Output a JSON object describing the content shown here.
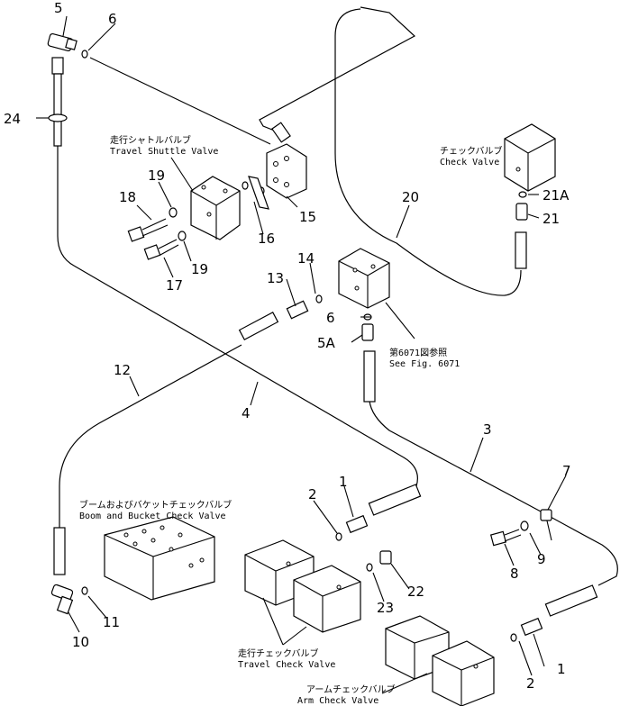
{
  "callouts": {
    "p1a": "1",
    "p1b": "1",
    "p2a": "2",
    "p2b": "2",
    "p3": "3",
    "p4": "4",
    "p5": "5",
    "p5a": "5A",
    "p6a": "6",
    "p6b": "6",
    "p7": "7",
    "p8": "8",
    "p9": "9",
    "p10": "10",
    "p11": "11",
    "p12": "12",
    "p13": "13",
    "p14": "14",
    "p15": "15",
    "p16": "16",
    "p17": "17",
    "p18": "18",
    "p19a": "19",
    "p19b": "19",
    "p20": "20",
    "p21": "21",
    "p21a": "21A",
    "p22": "22",
    "p23": "23",
    "p24": "24"
  },
  "captions": {
    "travel_shuttle_jp": "走行シャトルバルブ",
    "travel_shuttle_en": "Travel Shuttle Valve",
    "check_valve_jp": "チェックバルブ",
    "check_valve_en": "Check Valve",
    "see_fig_jp": "第6071図参照",
    "see_fig_en": "See Fig. 6071",
    "boom_bucket_jp": "ブームおよびバケットチェックバルブ",
    "boom_bucket_en": "Boom and Bucket Check Valve",
    "travel_check_jp": "走行チェックバルブ",
    "travel_check_en": "Travel Check Valve",
    "arm_check_jp": "アームチェックバルブ",
    "arm_check_en": "Arm Check Valve"
  }
}
